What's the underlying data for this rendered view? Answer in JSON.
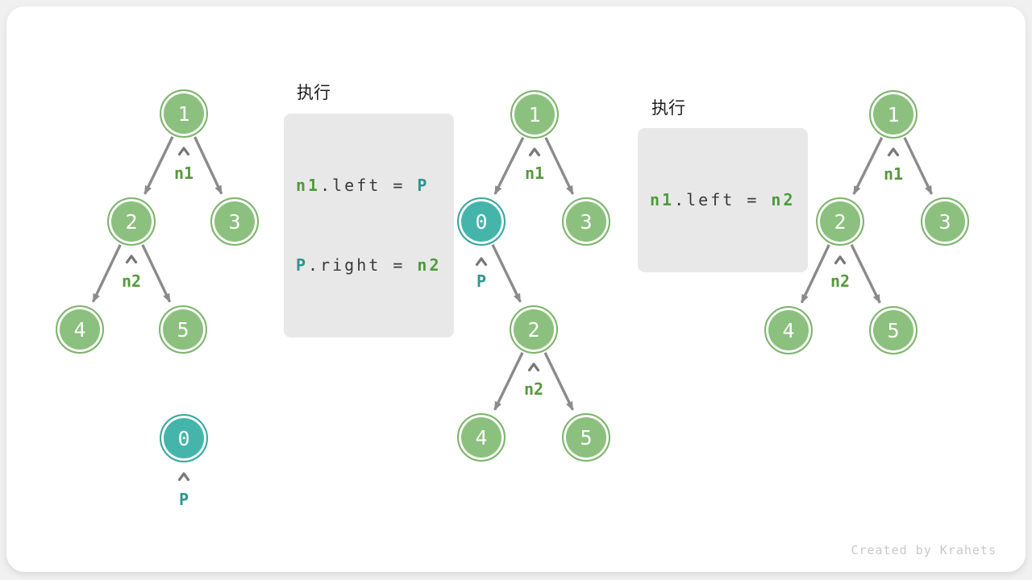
{
  "figure": {
    "watermark": "Created by Krahets"
  },
  "steps": [
    {
      "exec_label": "执行",
      "code_lines": [
        [
          {
            "text": "n1",
            "style": "green"
          },
          {
            "text": ".left = ",
            "style": "plain"
          },
          {
            "text": "P",
            "style": "teal"
          }
        ],
        [
          {
            "text": "P",
            "style": "teal"
          },
          {
            "text": ".right = ",
            "style": "plain"
          },
          {
            "text": "n2",
            "style": "green"
          }
        ]
      ]
    },
    {
      "exec_label": "执行",
      "code_lines": [
        [
          {
            "text": "n1",
            "style": "green"
          },
          {
            "text": ".left = ",
            "style": "plain"
          },
          {
            "text": "n2",
            "style": "green"
          }
        ]
      ]
    }
  ],
  "trees": [
    {
      "name": "before-insert",
      "nodes": [
        {
          "value": "1",
          "variant": "green"
        },
        {
          "value": "2",
          "variant": "green"
        },
        {
          "value": "3",
          "variant": "green"
        },
        {
          "value": "4",
          "variant": "green"
        },
        {
          "value": "5",
          "variant": "green"
        },
        {
          "value": "0",
          "variant": "teal"
        }
      ],
      "pointers": [
        {
          "label": "n1",
          "variant": "green"
        },
        {
          "label": "n2",
          "variant": "green"
        },
        {
          "label": "P",
          "variant": "teal"
        }
      ],
      "edges": [
        "1→2",
        "1→3",
        "2→4",
        "2→5"
      ]
    },
    {
      "name": "after-insert",
      "nodes": [
        {
          "value": "1",
          "variant": "green"
        },
        {
          "value": "0",
          "variant": "teal"
        },
        {
          "value": "3",
          "variant": "green"
        },
        {
          "value": "2",
          "variant": "green"
        },
        {
          "value": "4",
          "variant": "green"
        },
        {
          "value": "5",
          "variant": "green"
        }
      ],
      "pointers": [
        {
          "label": "n1",
          "variant": "green"
        },
        {
          "label": "P",
          "variant": "teal"
        },
        {
          "label": "n2",
          "variant": "green"
        }
      ],
      "edges": [
        "1→0",
        "1→3",
        "0→2",
        "2→4",
        "2→5"
      ]
    },
    {
      "name": "after-remove",
      "nodes": [
        {
          "value": "1",
          "variant": "green"
        },
        {
          "value": "2",
          "variant": "green"
        },
        {
          "value": "3",
          "variant": "green"
        },
        {
          "value": "4",
          "variant": "green"
        },
        {
          "value": "5",
          "variant": "green"
        }
      ],
      "pointers": [
        {
          "label": "n1",
          "variant": "green"
        },
        {
          "label": "n2",
          "variant": "green"
        }
      ],
      "edges": [
        "1→2",
        "1→3",
        "2→4",
        "2→5"
      ]
    }
  ],
  "colors": {
    "node_green": "#8CC07E",
    "node_green_border": "#7DB56C",
    "node_teal": "#45B5AB",
    "node_teal_border": "#3AA89E",
    "pointer_green": "#56993D",
    "pointer_teal": "#2F978E",
    "code_green": "#4E9B3B",
    "code_teal": "#2E948F",
    "code_text": "#3A3A3A",
    "code_bg": "#E8E8E8",
    "edge": "#8B8B8B",
    "block_arrow": "#C6C6C6"
  }
}
